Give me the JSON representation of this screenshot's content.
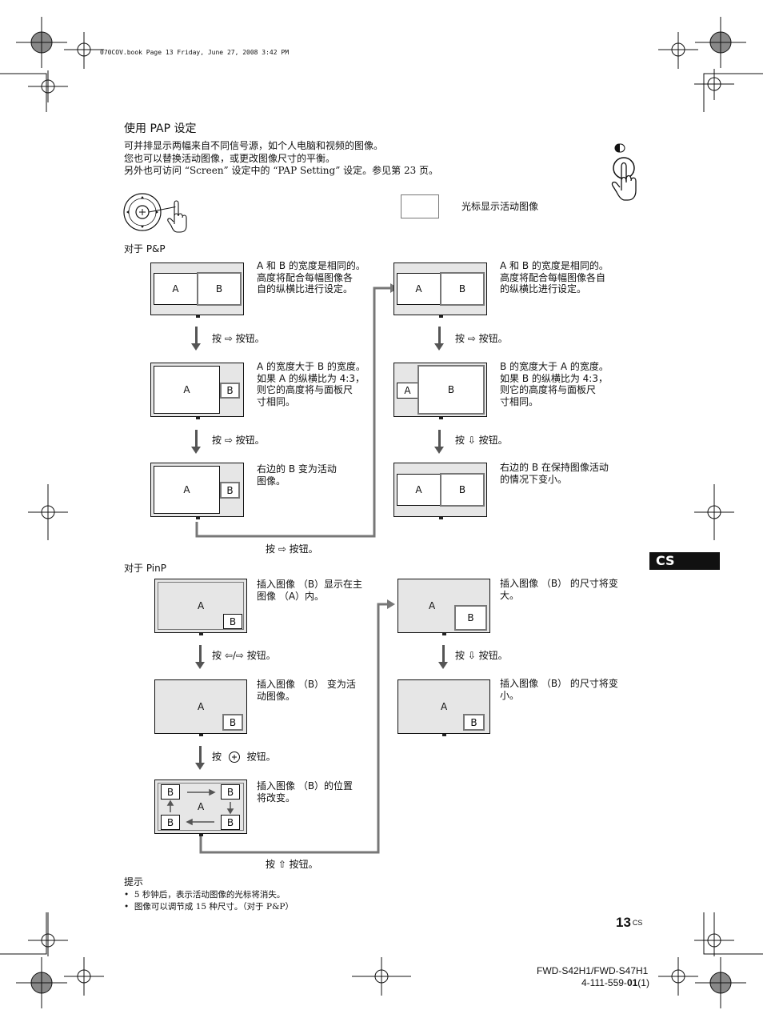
{
  "print_header": "070COV.book  Page 13  Friday, June 27, 2008  3:42 PM",
  "title": "使用 PAP 设定",
  "intro": [
    "可并排显示两幅来自不同信号源，如个人电脑和视频的图像。",
    "您也可以替换活动图像，或更改图像尺寸的平衡。",
    "另外也可访问 “Screen” 设定中的 “PAP Setting” 设定。参见第 23 页。"
  ],
  "legend_text": "光标显示活动图像",
  "section_pp": "对于 P&P",
  "section_pinp": "对于 PinP",
  "pane_a": "A",
  "pane_b": "B",
  "pp_left": {
    "desc1": [
      "A 和 B 的宽度是相同的。",
      "高度将配合每幅图像各",
      "自的纵横比进行设定。"
    ],
    "step1": "按 ⇨ 按钮。",
    "desc2": [
      "A 的宽度大于 B 的宽度。",
      "如果 A 的纵横比为 4:3，",
      "则它的高度将与面板尺",
      "寸相同。"
    ],
    "step2": "按 ⇨ 按钮。",
    "desc3": [
      "右边的 B 变为活动",
      "图像。"
    ],
    "step3": "按 ⇨ 按钮。"
  },
  "pp_right": {
    "desc1": [
      "A 和 B 的宽度是相同的。",
      "高度将配合每幅图像各自",
      "的纵横比进行设定。"
    ],
    "step1": "按 ⇨ 按钮。",
    "desc2": [
      "B 的宽度大于 A 的宽度。",
      "如果 B 的纵横比为 4:3，",
      "则它的高度将与面板尺",
      "寸相同。"
    ],
    "step2": "按 ⇩ 按钮。",
    "desc3": [
      "右边的 B 在保持图像活动",
      "的情况下变小。"
    ]
  },
  "pinp_left": {
    "desc1": [
      "插入图像 （B）显示在主",
      "图像 （A）内。"
    ],
    "step1": "按 ⇦/⇨ 按钮。",
    "desc2": [
      "插入图像 （B） 变为活",
      "动图像。"
    ],
    "step2_a": "按",
    "step2_b": "按钮。",
    "desc3": [
      "插入图像 （B）的位置",
      "将改变。"
    ],
    "step3": "按 ⇧ 按钮。"
  },
  "pinp_right": {
    "desc1": [
      "插入图像 （B） 的尺寸将变",
      "大。"
    ],
    "step1": "按 ⇩ 按钮。",
    "desc2": [
      "插入图像 （B） 的尺寸将变",
      "小。"
    ]
  },
  "tips_title": "提示",
  "tips": [
    "5 秒钟后，表示活动图像的光标将消失。",
    "图像可以调节成 15 种尺寸。（对于 P&P）"
  ],
  "lang_tab": "CS",
  "page_number": "13",
  "page_suffix": "CS",
  "model": "FWD-S42H1/FWD-S47H1",
  "part_prefix": "4-111-559-",
  "part_bold": "01",
  "part_suffix": "(1)"
}
